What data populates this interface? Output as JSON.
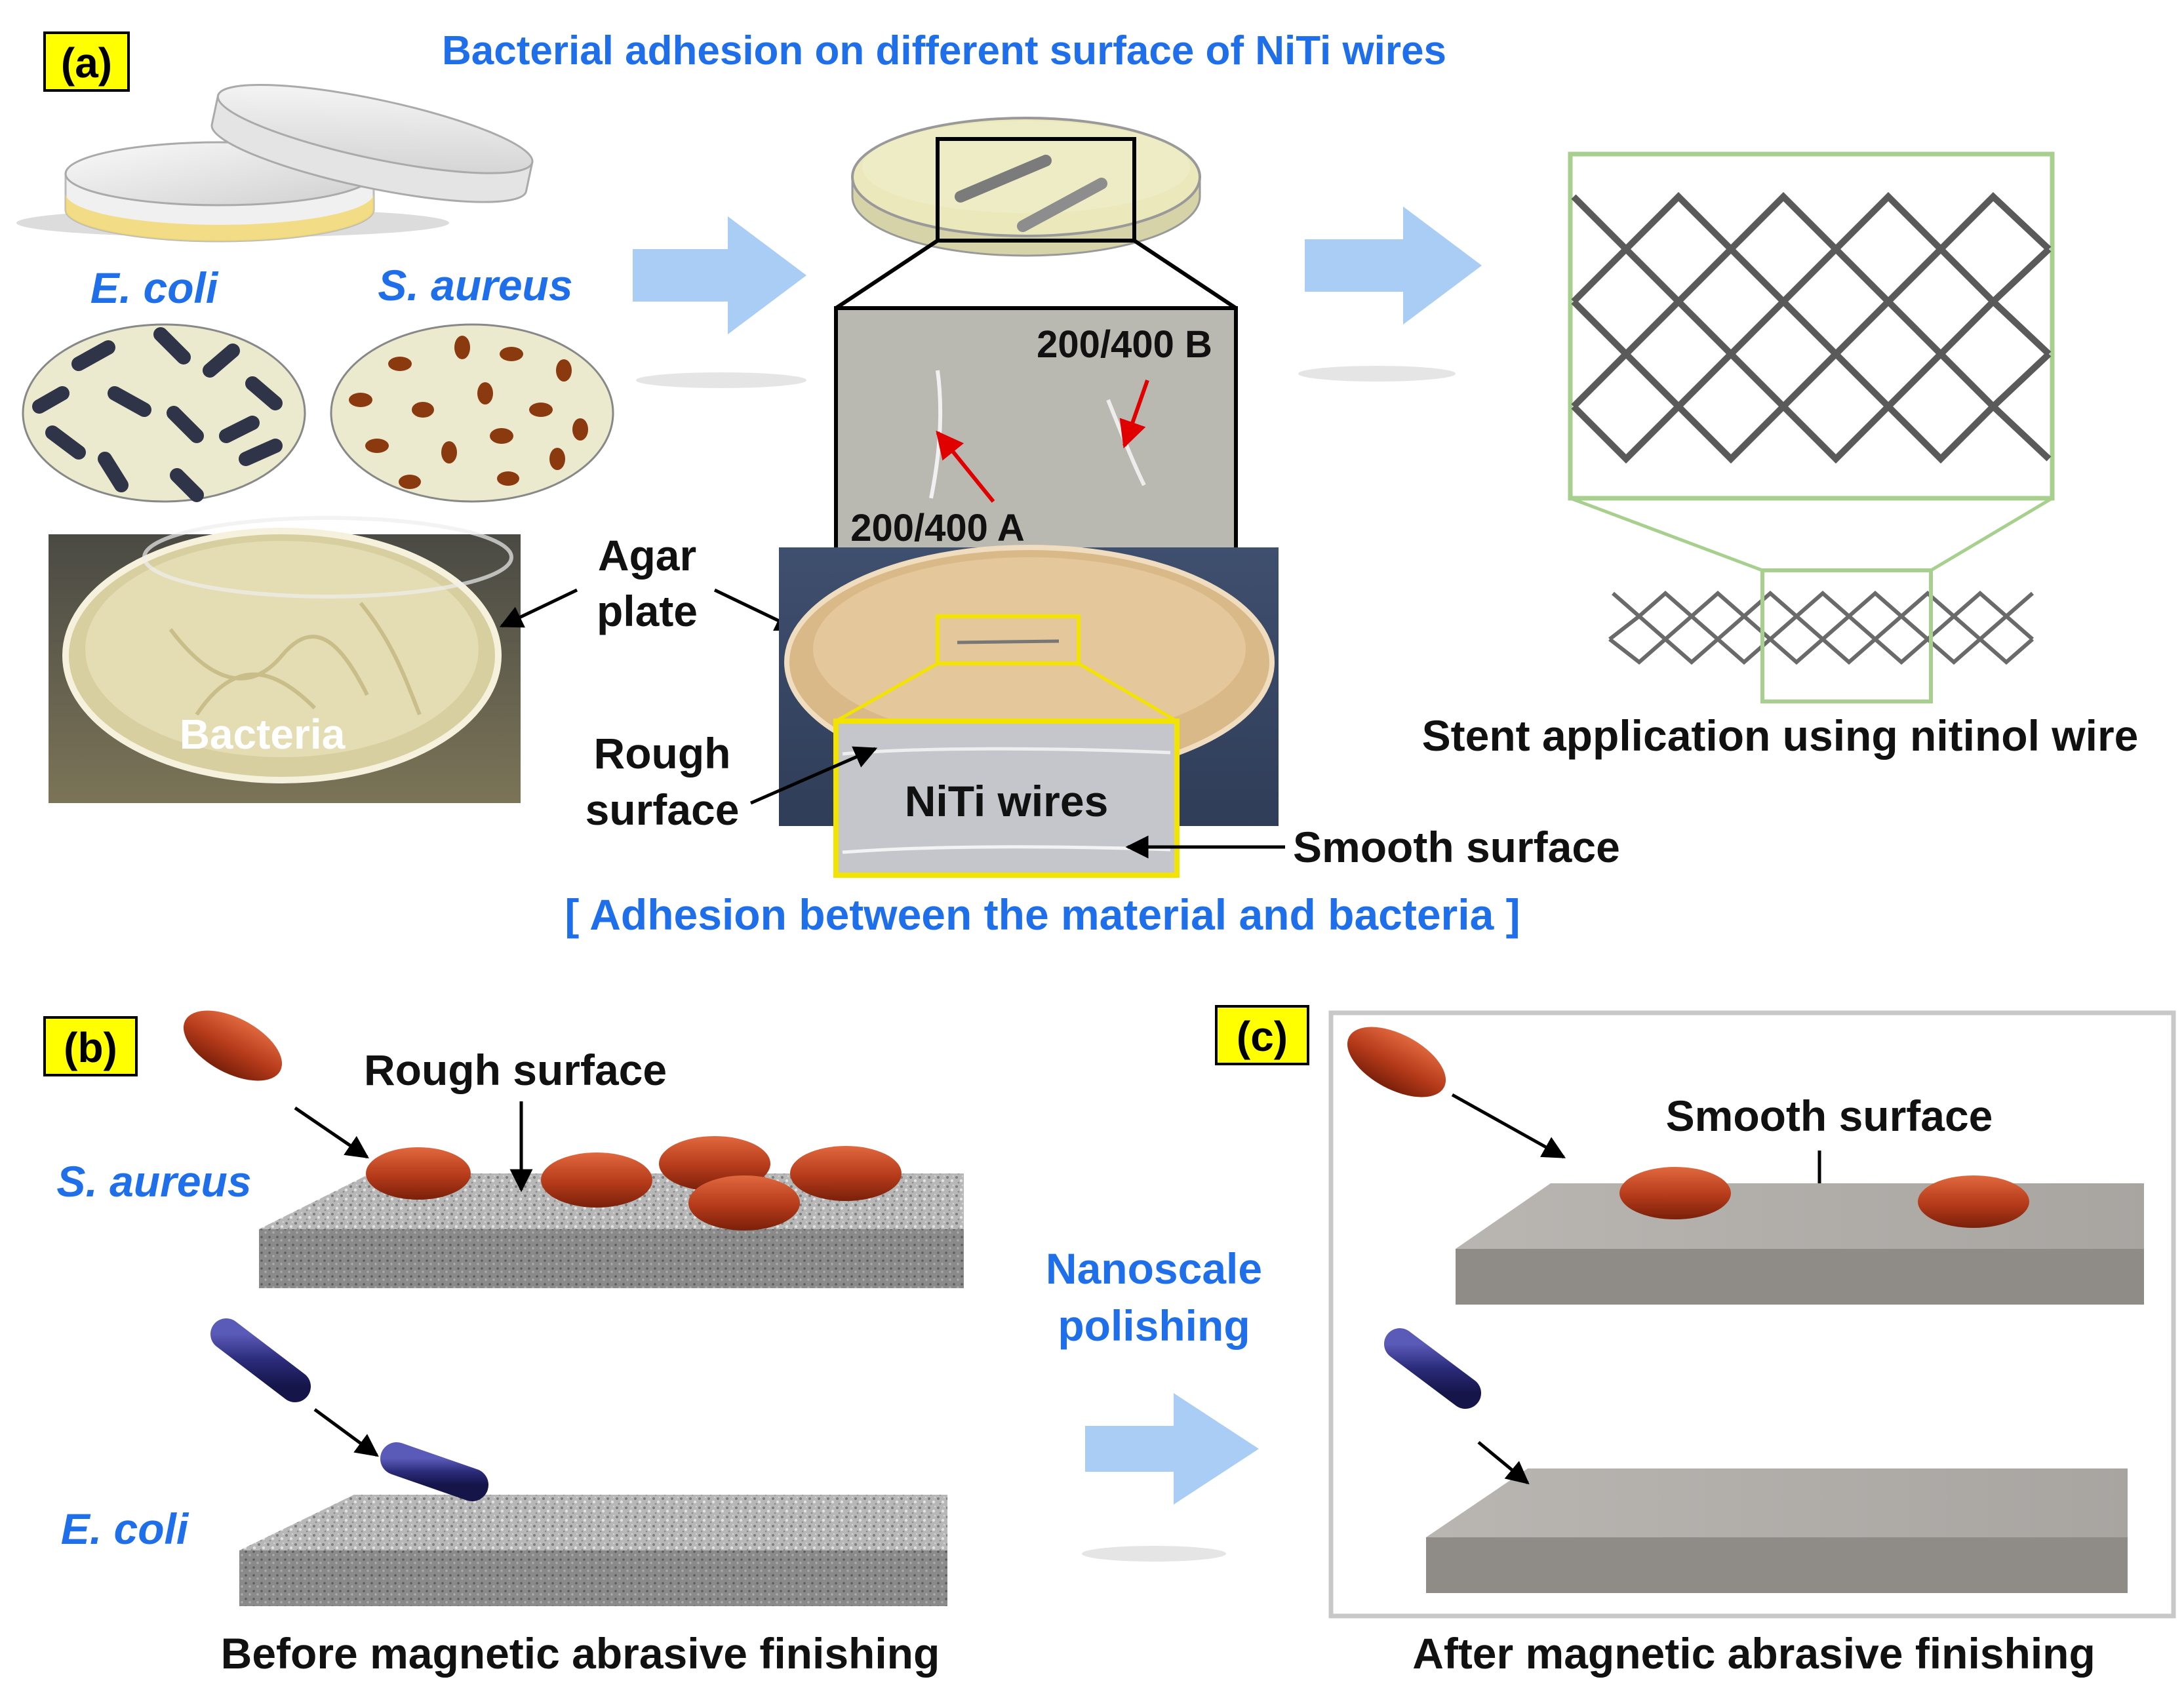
{
  "panel_a": {
    "tag": "(a)",
    "title": "Bacterial adhesion on different surface of NiTi wires",
    "ecoli_label": "E. coli",
    "saureus_label": "S. aureus",
    "bacteria_label": "Bacteria",
    "agar_plate_label_1": "Agar",
    "agar_plate_label_2": "plate",
    "wire_a_label": "200/400 A",
    "wire_b_label": "200/400 B",
    "rough_label_1": "Rough",
    "rough_label_2": "surface",
    "niti_label": "NiTi wires",
    "smooth_label": "Smooth surface",
    "stent_caption": "Stent application using nitinol wire",
    "adhesion_caption": "[ Adhesion between the material and bacteria ]"
  },
  "panel_b": {
    "tag": "(b)",
    "rough_surface_label": "Rough surface",
    "saureus_label": "S. aureus",
    "ecoli_label": "E. coli",
    "caption": "Before magnetic abrasive finishing"
  },
  "middle": {
    "polish_label_1": "Nanoscale",
    "polish_label_2": "polishing"
  },
  "panel_c": {
    "tag": "(c)",
    "smooth_surface_label": "Smooth surface",
    "caption": "After magnetic abrasive finishing"
  },
  "colors": {
    "blue_text": "#1F6FEB",
    "tag_bg": "#FFFF00",
    "arrow_blue": "#A9CDF5",
    "saureus": "#B53A1A",
    "ecoli": "#2B2B7A",
    "yellow_box": "#F2E400",
    "green_box": "#A7CF8E"
  }
}
